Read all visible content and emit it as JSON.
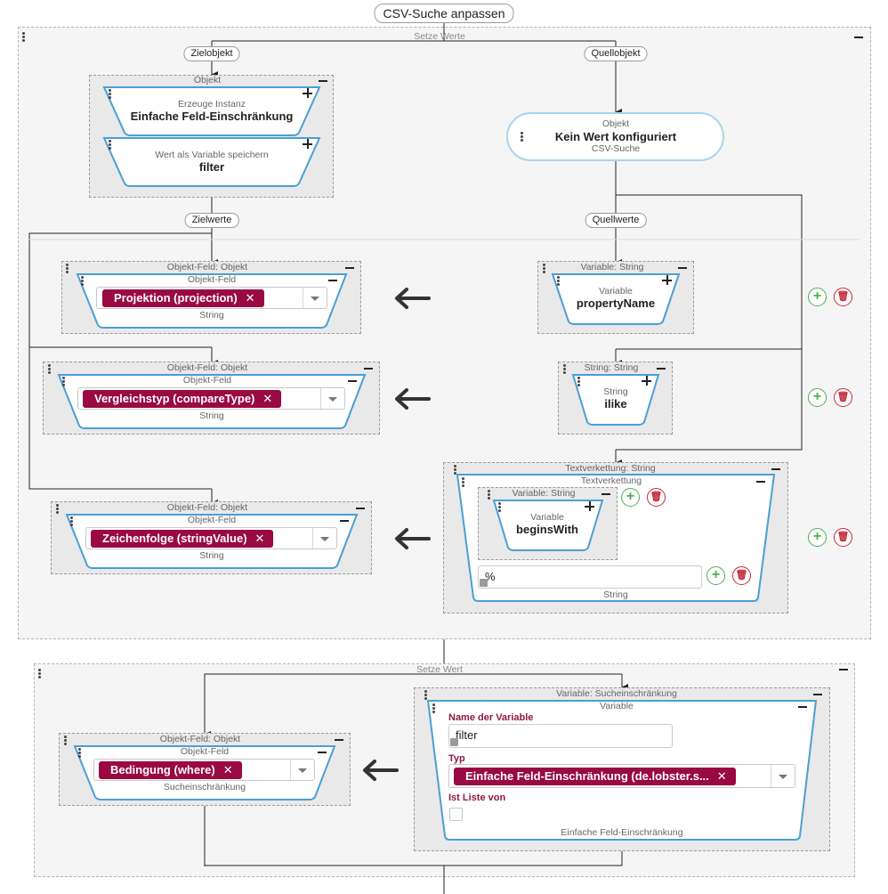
{
  "title": "CSV-Suche anpassen",
  "set_values": {
    "header": "Setze Werte",
    "target_object_pill": "Zielobjekt",
    "source_object_pill": "Quellobjekt",
    "target_values_pill": "Zielwerte",
    "source_values_pill": "Quellwerte",
    "target_object": {
      "box_label": "Objekt",
      "instance_small": "Erzeuge Instanz",
      "instance_big": "Einfache Feld-Einschränkung",
      "variable_small": "Wert als Variable speichern",
      "variable_big": "filter"
    },
    "source_object": {
      "small_top": "Objekt",
      "big": "Kein Wert konfiguriert",
      "small_bottom": "CSV-Suche"
    },
    "rows": [
      {
        "target_box_label": "Objekt-Feld: Objekt",
        "target_inner_label": "Objekt-Feld",
        "target_chip": "Projektion (projection)",
        "target_type": "String",
        "source_box_label": "Variable: String",
        "source_small": "Variable",
        "source_big": "propertyName"
      },
      {
        "target_box_label": "Objekt-Feld: Objekt",
        "target_inner_label": "Objekt-Feld",
        "target_chip": "Vergleichstyp (compareType)",
        "target_type": "String",
        "source_box_label": "String: String",
        "source_small": "String",
        "source_big": "ilike"
      },
      {
        "target_box_label": "Objekt-Feld: Objekt",
        "target_inner_label": "Objekt-Feld",
        "target_chip": "Zeichenfolge (stringValue)",
        "target_type": "String",
        "source_box_label": "Textverkettung: String",
        "source_inner_label": "Textverkettung",
        "concat_var_box_label": "Variable: String",
        "concat_var_small": "Variable",
        "concat_var_big": "beginsWith",
        "concat_text_value": "%",
        "source_type": "String"
      }
    ]
  },
  "set_value": {
    "header": "Setze Wert",
    "target_box_label": "Objekt-Feld: Objekt",
    "target_inner_label": "Objekt-Feld",
    "target_chip": "Bedingung (where)",
    "target_type": "Sucheinschränkung",
    "source_box_label": "Variable: Sucheinschränkung",
    "source_inner_label": "Variable",
    "name_label": "Name der Variable",
    "name_value": "filter",
    "type_label": "Typ",
    "type_chip": "Einfache Feld-Einschränkung (de.lobster.s...",
    "list_label": "Ist Liste von",
    "source_type": "Einfache Feld-Einschränkung"
  },
  "colors": {
    "chip": "#990a42",
    "node_border": "#4a9fd4",
    "add": "#4caf50",
    "delete": "#c62838"
  },
  "icons": [
    "drag-handle-icon",
    "collapse-icon",
    "plus-icon",
    "add-circle-icon",
    "trash-icon",
    "arrow-left-icon",
    "chevron-down-icon",
    "remove-x-icon",
    "resize-icon"
  ]
}
